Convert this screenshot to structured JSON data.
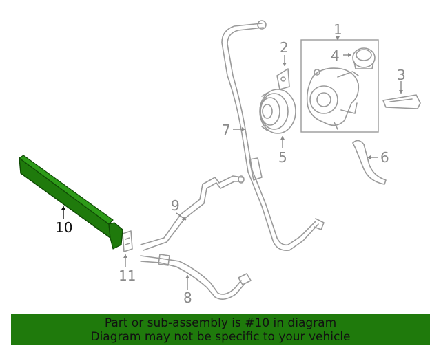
{
  "diagram": {
    "callouts": {
      "c1": "1",
      "c2": "2",
      "c3": "3",
      "c4": "4",
      "c5": "5",
      "c6": "6",
      "c7": "7",
      "c8": "8",
      "c9": "9",
      "c10": "10",
      "c11": "11"
    },
    "highlighted_part": "10",
    "highlight_color": "#1f7a0c"
  },
  "banner": {
    "line1": "Part or sub-assembly is #10 in diagram",
    "line2": "Diagram may not be specific to your vehicle",
    "background": "#1f7a0c"
  }
}
